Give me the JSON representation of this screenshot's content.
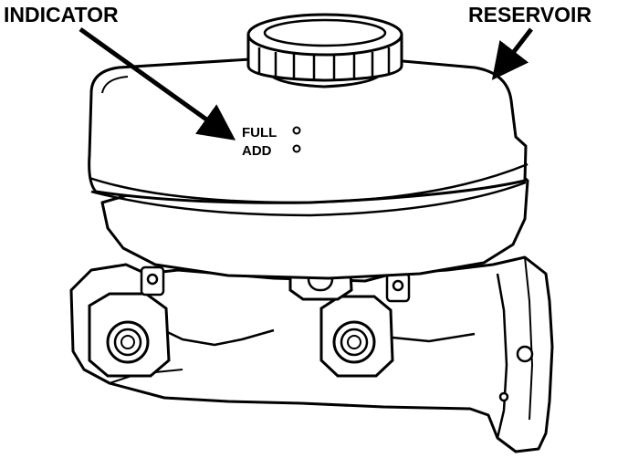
{
  "labels": {
    "indicator": "INDICATOR",
    "reservoir": "RESERVOIR",
    "full": "FULL",
    "add": "ADD"
  },
  "colors": {
    "ink": "#000000",
    "paper": "#ffffff"
  }
}
